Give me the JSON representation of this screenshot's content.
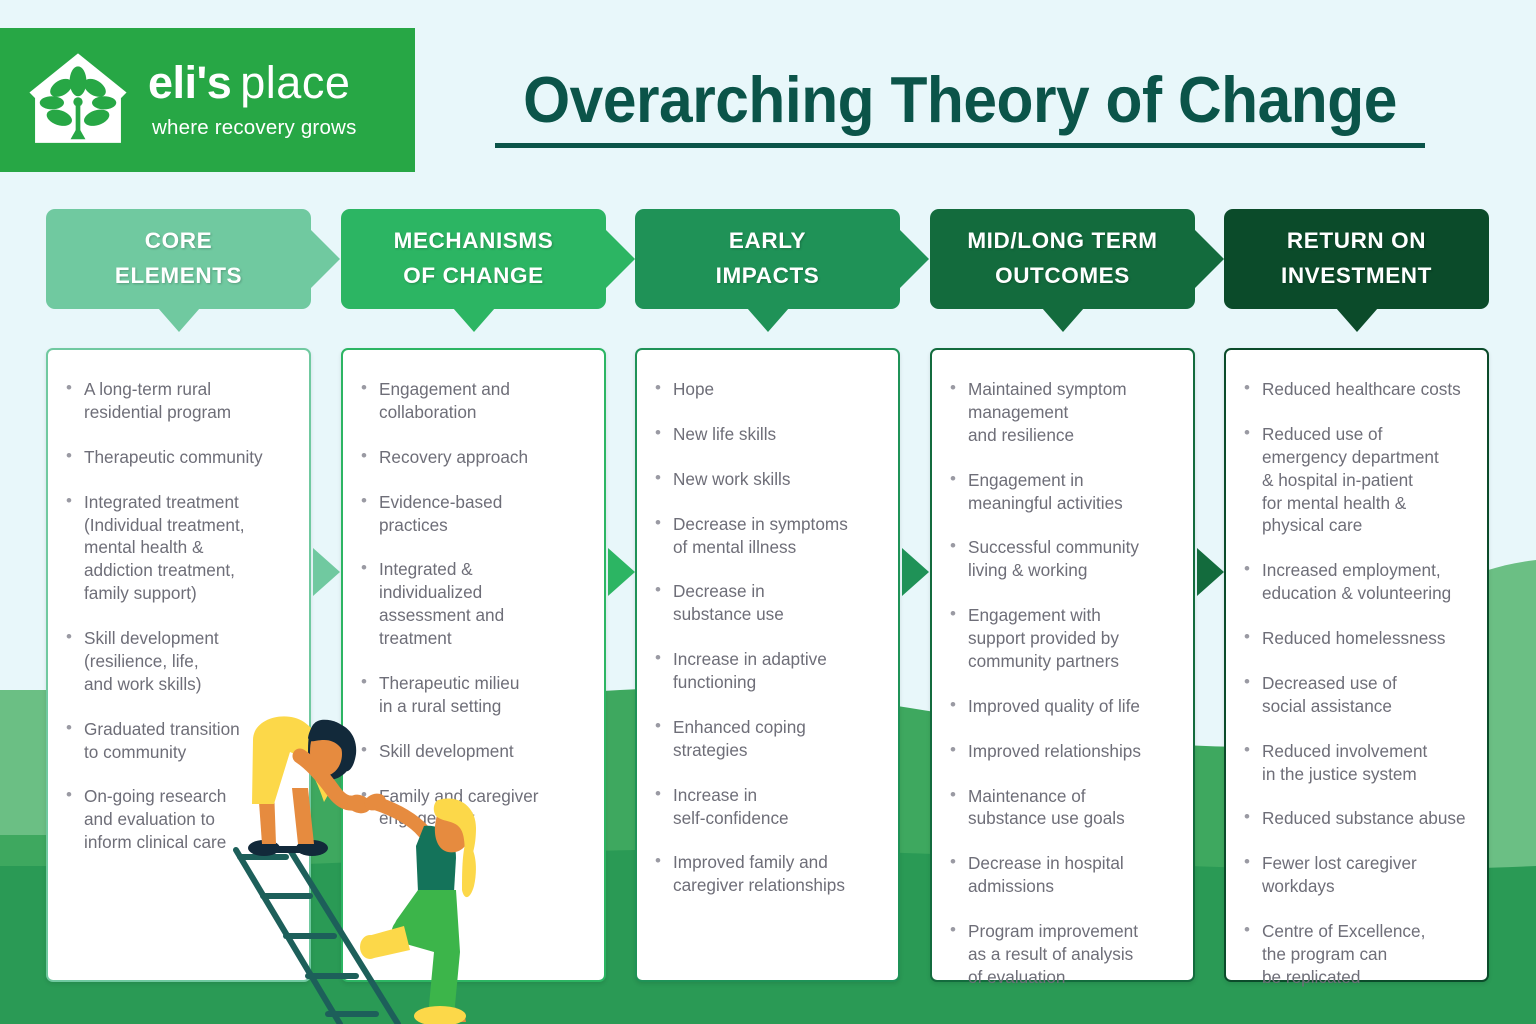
{
  "brand": {
    "name_bold": "eli's",
    "name_light": "place",
    "tagline": "where recovery grows",
    "band_color": "#27a745",
    "logo_icon": "house-tree-logo"
  },
  "header": {
    "title": "Overarching Theory of Change",
    "title_color": "#0b5449",
    "background_color": "#e8f7fa"
  },
  "columns": [
    {
      "id": "core-elements",
      "title_line1": "CORE",
      "title_line2": "ELEMENTS",
      "color": "#70c9a0",
      "items": [
        "A long-term rural\nresidential program",
        "Therapeutic community",
        "Integrated treatment\n(Individual treatment,\nmental health &\naddiction treatment,\nfamily support)",
        "Skill development\n(resilience, life,\nand work skills)",
        "Graduated transition\nto community",
        "On-going research\nand evaluation to\ninform clinical care"
      ]
    },
    {
      "id": "mechanisms-of-change",
      "title_line1": "MECHANISMS",
      "title_line2": "OF CHANGE",
      "color": "#2cb563",
      "items": [
        "Engagement and\ncollaboration",
        "Recovery approach",
        "Evidence-based\npractices",
        "Integrated &\nindividualized\nassessment and\ntreatment",
        "Therapeutic milieu\nin a rural setting",
        "Skill development",
        "Family and caregiver\nengagement"
      ]
    },
    {
      "id": "early-impacts",
      "title_line1": "EARLY",
      "title_line2": "IMPACTS",
      "color": "#1f9257",
      "items": [
        "Hope",
        "New life skills",
        "New work skills",
        "Decrease in symptoms\nof mental illness",
        "Decrease in\nsubstance use",
        "Increase in adaptive\nfunctioning",
        "Enhanced coping\nstrategies",
        "Increase in\nself-confidence",
        "Improved family and\ncaregiver relationships"
      ]
    },
    {
      "id": "mid-long-term-outcomes",
      "title_line1": "MID/LONG TERM",
      "title_line2": "OUTCOMES",
      "color": "#136b3d",
      "items": [
        "Maintained symptom\nmanagement\nand resilience",
        "Engagement in\nmeaningful activities",
        "Successful community\nliving & working",
        "Engagement with\nsupport provided by\ncommunity partners",
        "Improved quality of life",
        "Improved relationships",
        "Maintenance of\nsubstance use goals",
        "Decrease in hospital\nadmissions",
        "Program improvement\nas a result of analysis\nof evaluation"
      ]
    },
    {
      "id": "return-on-investment",
      "title_line1": "RETURN ON",
      "title_line2": "INVESTMENT",
      "color": "#0b4b2a",
      "items": [
        "Reduced healthcare costs",
        "Reduced use of\nemergency department\n& hospital in-patient\nfor mental health &\nphysical care",
        "Increased employment,\neducation & volunteering",
        "Reduced homelessness",
        "Decreased use of\nsocial assistance",
        "Reduced involvement\nin the justice system",
        "Reduced substance abuse",
        "Fewer lost caregiver\nworkdays",
        "Centre of Excellence,\nthe program can\nbe replicated"
      ]
    }
  ],
  "illustration": {
    "name": "two-people-climbing-ladder",
    "description": "Person in yellow dress at top of ladder helping person in green climb up"
  },
  "background_hills": {
    "light": "#6bbf84",
    "mid": "#4cae6b",
    "dark": "#2a9a55"
  }
}
